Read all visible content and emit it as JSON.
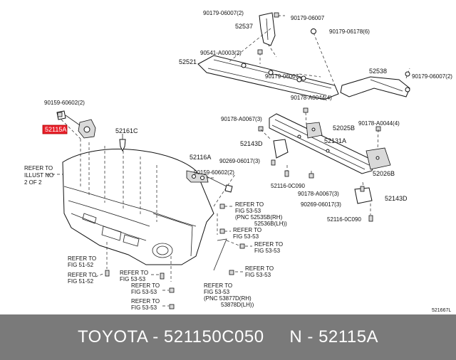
{
  "diagram": {
    "labels": {
      "l_90179_06007_2_top": "90179-06007(2)",
      "l_90179_06007_top": "90179-06007",
      "l_52537": "52537",
      "l_90179_06178": "90179-06178(6)",
      "l_90541": "90541-A0003(2)",
      "l_52521": "52521",
      "l_90179_06007_mid": "90179-06007",
      "l_52538": "52538",
      "l_90179_06007_2_right": "90179-06007(2)",
      "l_90159_60602_2_left": "90159-60602(2)",
      "l_52115A": "52115A",
      "l_52161C": "52161C",
      "l_90178_A0044_4_top": "90178-A0044(4)",
      "l_90178_A0067_3_top": "90178-A0067(3)",
      "l_52025B": "52025B",
      "l_90178_A0044_4_right": "90178-A0044(4)",
      "l_52143D_left": "52143D",
      "l_52131A": "52131A",
      "l_52116A": "52116A",
      "l_90269_06017_3_left": "90269-06017(3)",
      "l_90159_60602_2_mid": "90159-60602(2)",
      "l_52026B": "52026B",
      "l_52116_0C090_left": "52116-0C090",
      "l_90178_A0067_3_bottom": "90178-A0067(3)",
      "l_52143D_right": "52143D",
      "l_90269_06017_3_right": "90269-06017(3)",
      "l_52116_0C090_right": "52116-0C090",
      "l_refer_illust_1": "REFER TO",
      "l_refer_illust_2": "ILLUST NO",
      "l_refer_illust_3": "2 OF 2",
      "l_refer_a_1": "REFER TO",
      "l_refer_a_2": "FIG 53-53",
      "l_refer_a_3": "(PNC 52535B(RH)",
      "l_refer_a_4": "52536B(LH))",
      "l_refer_b_1": "REFER TO",
      "l_refer_b_2": "FIG 53-53",
      "l_refer_c_1": "REFER TO",
      "l_refer_c_2": "FIG 51-52",
      "l_refer_d_1": "REFER TO",
      "l_refer_d_2": "FIG 53-53",
      "l_refer_e_1": "REFER TO",
      "l_refer_e_2": "FIG 53-53",
      "l_refer_f_1": "REFER TO",
      "l_refer_f_2": "FIG 51-52",
      "l_refer_g_1": "REFER TO",
      "l_refer_g_2": "FIG 53-53",
      "l_refer_h_1": "REFER TO",
      "l_refer_h_2": "FIG 53-53",
      "l_refer_h_3": "(PNC 53877D(RH)",
      "l_refer_h_4": "53878D(LH))",
      "l_refer_i_1": "REFER TO",
      "l_refer_i_2": "FIG 53-53",
      "l_drawing_no": "521667L"
    },
    "highlight_color": "#e8202a",
    "line_color": "#222222"
  },
  "footer": {
    "text": "TOYOTA - 521150C050     N - 52115A",
    "background": "#7a7a7a"
  }
}
